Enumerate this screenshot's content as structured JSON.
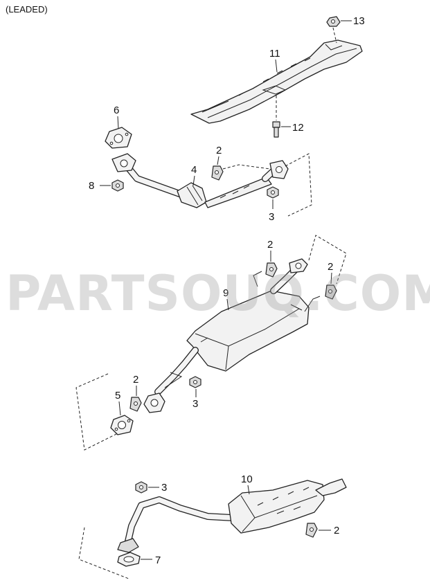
{
  "caption": "(LEADED)",
  "watermark": "PARTSOUQ.COM",
  "callouts": {
    "c2a": "2",
    "c3a": "3",
    "c4": "4",
    "c6": "6",
    "c8": "8",
    "c11": "11",
    "c12": "12",
    "c13": "13",
    "c2b": "2",
    "c2c": "2",
    "c9": "9",
    "c2d": "2",
    "c3b": "3",
    "c5": "5",
    "c3c": "3",
    "c10": "10",
    "c2e": "2",
    "c7": "7"
  }
}
